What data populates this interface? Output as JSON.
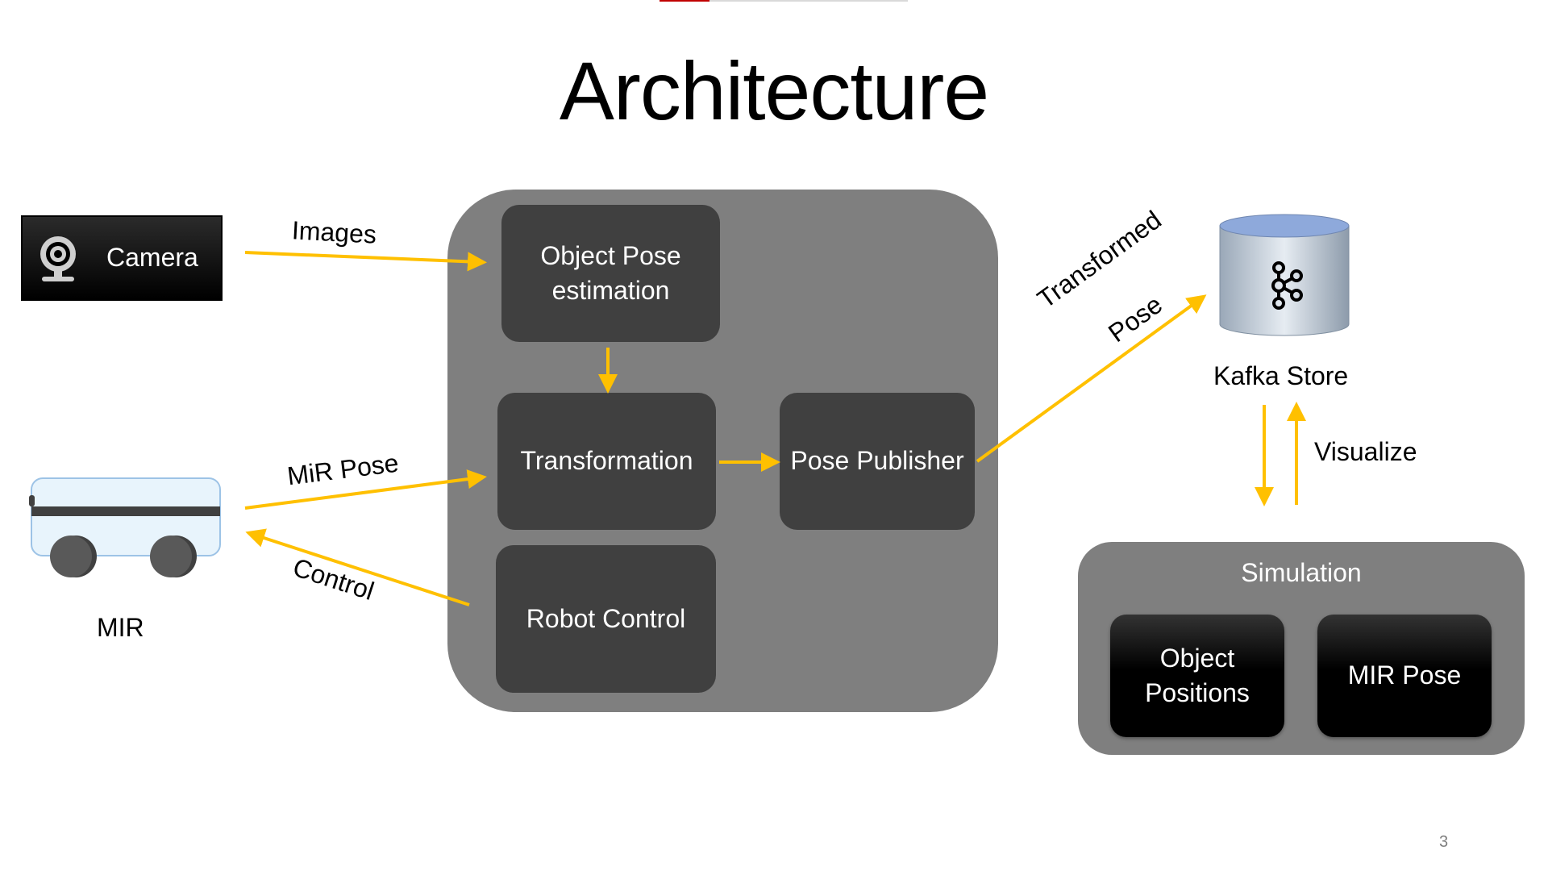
{
  "title": "Architecture",
  "colors": {
    "arrow": "#ffc000",
    "core_container": "#7f7f7f",
    "module": "#404040",
    "kafka_top": "#8ea9db"
  },
  "inputs": {
    "camera": {
      "label": "Camera",
      "icon": "webcam-icon"
    },
    "robot": {
      "label": "MIR",
      "icon": "mobile-robot-icon"
    }
  },
  "arrow_labels": {
    "images": "Images",
    "mir_pose": "MiR Pose",
    "control": "Control",
    "transformed_pose_line1": "Transformed",
    "transformed_pose_line2": "Pose",
    "visualize": "Visualize"
  },
  "modules": {
    "object_pose_estimation": "Object Pose estimation",
    "transformation": "Transformation",
    "pose_publisher": "Pose Publisher",
    "robot_control": "Robot Control"
  },
  "store": {
    "label": "Kafka Store",
    "icon": "kafka-logo-icon"
  },
  "simulation": {
    "title": "Simulation",
    "items": [
      "Object Positions",
      "MIR Pose"
    ]
  },
  "page_number": "3"
}
